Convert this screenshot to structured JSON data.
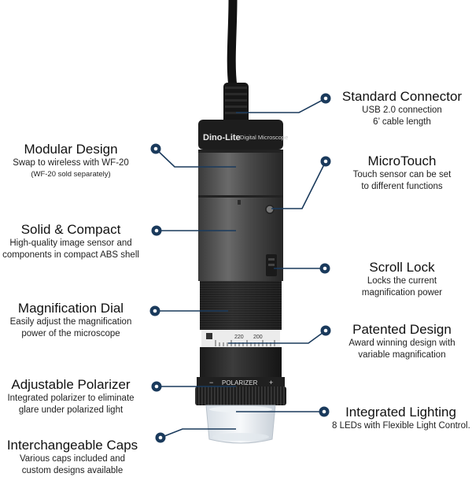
{
  "product": {
    "brand_text": "Dino-Lite",
    "model_text": "Digital Microscope",
    "dial_scale": [
      "220",
      "200"
    ],
    "polarizer_text": "POLARIZER",
    "polarizer_minus": "−",
    "polarizer_plus": "+"
  },
  "features": {
    "standard_connector": {
      "title": "Standard Connector",
      "lines": [
        "USB 2.0 connection",
        "6’ cable length"
      ]
    },
    "modular_design": {
      "title": "Modular Design",
      "lines": [
        "Swap to wireless with WF-20"
      ],
      "note": "(WF-20 sold separately)"
    },
    "microtouch": {
      "title": "MicroTouch",
      "lines": [
        "Touch sensor can be set",
        "to different functions"
      ]
    },
    "solid_compact": {
      "title": "Solid & Compact",
      "lines": [
        "High-quality image sensor and",
        "components in compact ABS shell"
      ]
    },
    "scroll_lock": {
      "title": "Scroll Lock",
      "lines": [
        "Locks the current",
        "magnification power"
      ]
    },
    "magnification_dial": {
      "title": "Magnification Dial",
      "lines": [
        "Easily adjust the magnification",
        "power of the microscope"
      ]
    },
    "patented_design": {
      "title": "Patented Design",
      "lines": [
        "Award winning design with",
        "variable magnification"
      ]
    },
    "adjustable_polarizer": {
      "title": "Adjustable Polarizer",
      "lines": [
        "Integrated polarizer to eliminate",
        "glare under polarized light"
      ]
    },
    "integrated_lighting": {
      "title": "Integrated Lighting",
      "lines": [
        "8 LEDs with Flexible Light Control."
      ]
    },
    "interchangeable_caps": {
      "title": "Interchangeable Caps",
      "lines": [
        "Various caps included and",
        "custom designs available"
      ]
    }
  },
  "colors": {
    "callout": "#1a3a5c",
    "dot": "#ffffff",
    "body_dark": "#2b2b2b",
    "body_mid": "#555555",
    "cable": "#111111"
  },
  "icons": {
    "callout_dot": "navy-ring-dot"
  }
}
